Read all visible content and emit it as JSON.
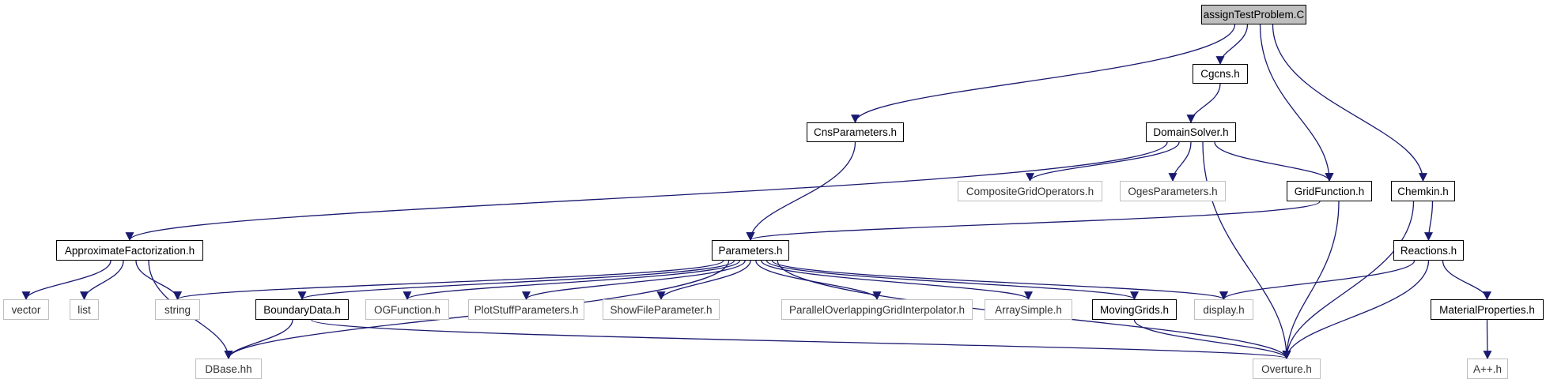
{
  "colors": {
    "edge": "#191970",
    "root_fill": "#bfbfbf",
    "documented_border": "#000000",
    "external_border": "#bfbfbf"
  },
  "nodes": {
    "assignTestProblem": "assignTestProblem.C",
    "Cgcns": "Cgcns.h",
    "CnsParameters": "CnsParameters.h",
    "DomainSolver": "DomainSolver.h",
    "CompositeGridOperators": "CompositeGridOperators.h",
    "OgesParameters": "OgesParameters.h",
    "GridFunction": "GridFunction.h",
    "Chemkin": "Chemkin.h",
    "ApproximateFactorization": "ApproximateFactorization.h",
    "Parameters": "Parameters.h",
    "Reactions": "Reactions.h",
    "vector": "vector",
    "list": "list",
    "string": "string",
    "BoundaryData": "BoundaryData.h",
    "OGFunction": "OGFunction.h",
    "PlotStuffParameters": "PlotStuffParameters.h",
    "ShowFileParameter": "ShowFileParameter.h",
    "ParallelOverlappingGridInterpolator": "ParallelOverlappingGridInterpolator.h",
    "ArraySimple": "ArraySimple.h",
    "MovingGrids": "MovingGrids.h",
    "display": "display.h",
    "MaterialProperties": "MaterialProperties.h",
    "DBase": "DBase.hh",
    "Overture": "Overture.h",
    "App": "A++.h"
  },
  "edges": [
    [
      "assignTestProblem",
      "CnsParameters"
    ],
    [
      "assignTestProblem",
      "Cgcns"
    ],
    [
      "assignTestProblem",
      "GridFunction"
    ],
    [
      "assignTestProblem",
      "Chemkin"
    ],
    [
      "Cgcns",
      "DomainSolver"
    ],
    [
      "CnsParameters",
      "Parameters"
    ],
    [
      "DomainSolver",
      "ApproximateFactorization"
    ],
    [
      "DomainSolver",
      "CompositeGridOperators"
    ],
    [
      "DomainSolver",
      "OgesParameters"
    ],
    [
      "DomainSolver",
      "GridFunction"
    ],
    [
      "DomainSolver",
      "Overture"
    ],
    [
      "GridFunction",
      "Parameters"
    ],
    [
      "GridFunction",
      "Overture"
    ],
    [
      "Chemkin",
      "Reactions"
    ],
    [
      "Chemkin",
      "Overture"
    ],
    [
      "ApproximateFactorization",
      "vector"
    ],
    [
      "ApproximateFactorization",
      "list"
    ],
    [
      "ApproximateFactorization",
      "string"
    ],
    [
      "ApproximateFactorization",
      "DBase"
    ],
    [
      "Parameters",
      "string"
    ],
    [
      "Parameters",
      "DBase"
    ],
    [
      "Parameters",
      "BoundaryData"
    ],
    [
      "Parameters",
      "OGFunction"
    ],
    [
      "Parameters",
      "PlotStuffParameters"
    ],
    [
      "Parameters",
      "ShowFileParameter"
    ],
    [
      "Parameters",
      "ParallelOverlappingGridInterpolator"
    ],
    [
      "Parameters",
      "ArraySimple"
    ],
    [
      "Parameters",
      "MovingGrids"
    ],
    [
      "Parameters",
      "display"
    ],
    [
      "Parameters",
      "Overture"
    ],
    [
      "Reactions",
      "display"
    ],
    [
      "Reactions",
      "MaterialProperties"
    ],
    [
      "Reactions",
      "Overture"
    ],
    [
      "BoundaryData",
      "DBase"
    ],
    [
      "BoundaryData",
      "Overture"
    ],
    [
      "MovingGrids",
      "Overture"
    ],
    [
      "MaterialProperties",
      "App"
    ]
  ]
}
